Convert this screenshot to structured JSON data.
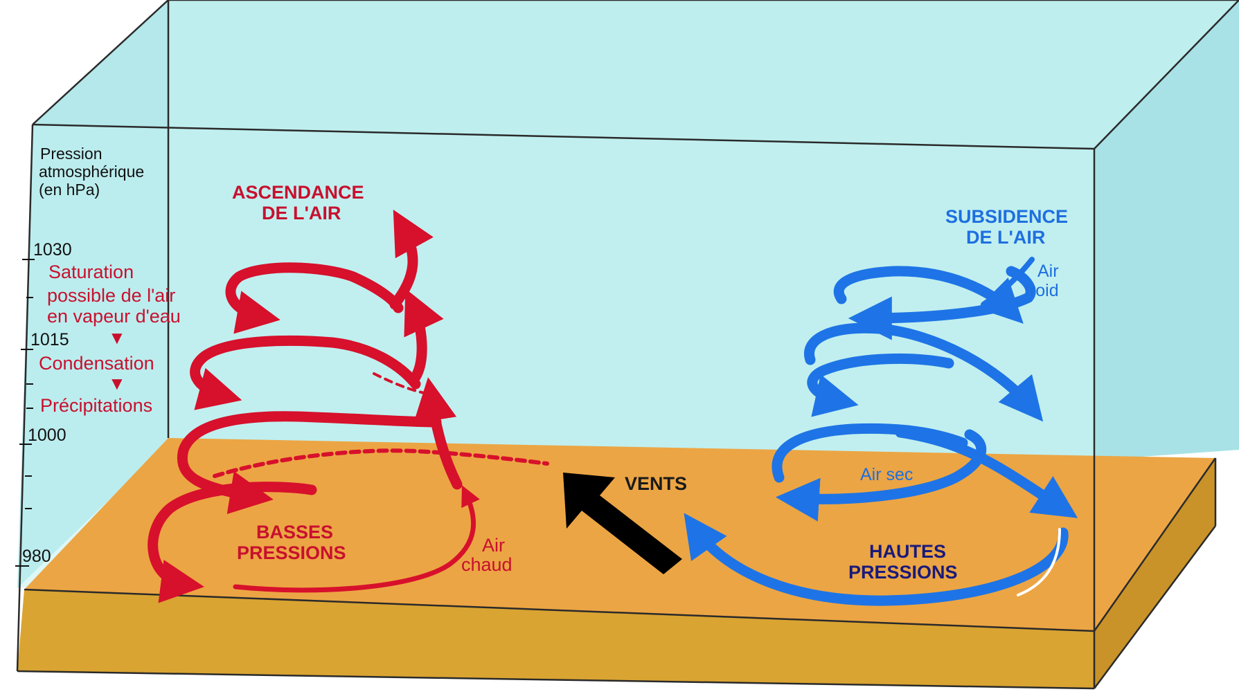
{
  "axis": {
    "title_line1": "Pression",
    "title_line2": "atmosphérique",
    "title_line3": "(en hPa)",
    "ticks": [
      "1030",
      "1015",
      "1000",
      "980"
    ]
  },
  "process": {
    "step1_line1": "Saturation",
    "step1_line2": "possible de l'air",
    "step1_line3": "en vapeur d'eau",
    "step2": "Condensation",
    "step3": "Précipitations",
    "arrow_glyph": "▼"
  },
  "low_pressure": {
    "title_line1": "ASCENDANCE",
    "title_line2": "DE L'AIR",
    "base_line1": "BASSES",
    "base_line2": "PRESSIONS",
    "air_line1": "Air",
    "air_line2": "chaud",
    "color": "#d7102c"
  },
  "high_pressure": {
    "title_line1": "SUBSIDENCE",
    "title_line2": "DE L'AIR",
    "air_top_line1": "Air",
    "air_top_line2": "froid",
    "air_mid": "Air sec",
    "base_line1": "HAUTES",
    "base_line2": "PRESSIONS",
    "color": "#1e74e6"
  },
  "wind": {
    "label": "VENTS",
    "color": "#000000"
  },
  "colors": {
    "sky": "#bfeeee",
    "ground_top": "#eca544",
    "ground_front": "#d9a432"
  }
}
